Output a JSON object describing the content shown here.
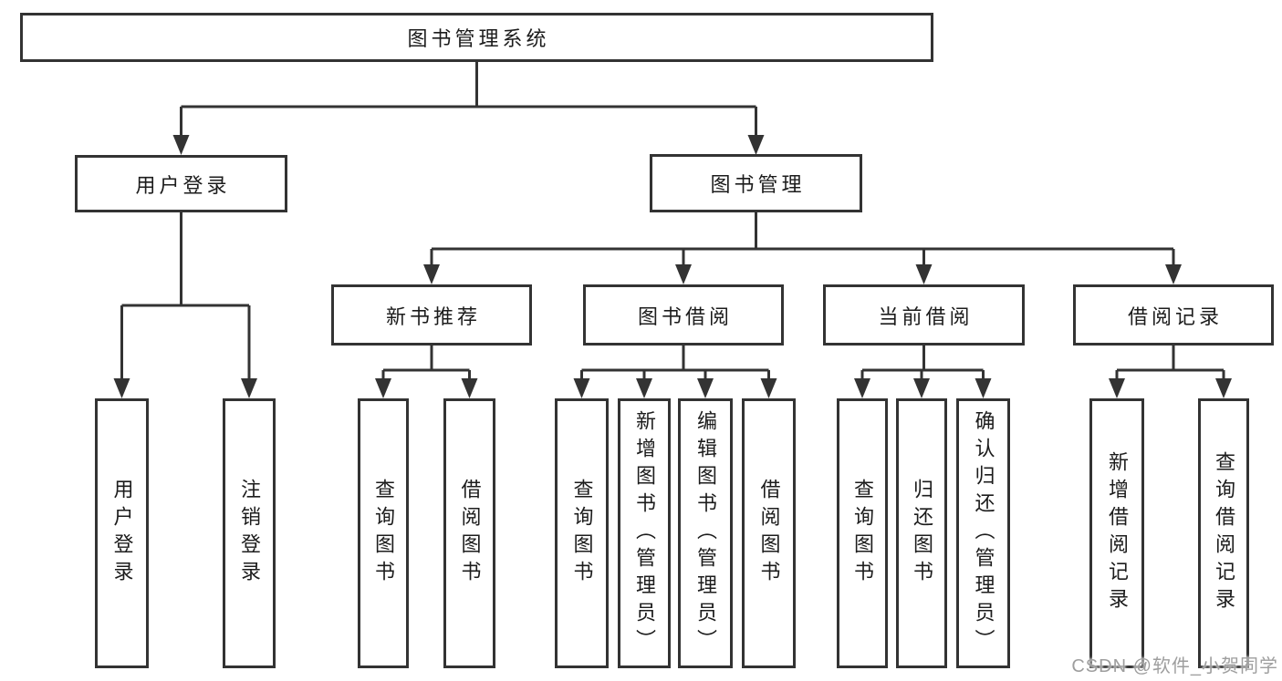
{
  "diagram": {
    "title": "图书管理系统",
    "root": {
      "label": "图书管理系统"
    },
    "branches": [
      {
        "label": "用户登录",
        "children": [
          {
            "label": "用户登录"
          },
          {
            "label": "注销登录"
          }
        ]
      },
      {
        "label": "图书管理",
        "children": [
          {
            "label": "新书推荐",
            "children": [
              {
                "label": "查询图书"
              },
              {
                "label": "借阅图书"
              }
            ]
          },
          {
            "label": "图书借阅",
            "children": [
              {
                "label": "查询图书"
              },
              {
                "label": "新增图书（管理员）"
              },
              {
                "label": "编辑图书（管理员）"
              },
              {
                "label": "借阅图书"
              }
            ]
          },
          {
            "label": "当前借阅",
            "children": [
              {
                "label": "查询图书"
              },
              {
                "label": "归还图书"
              },
              {
                "label": "确认归还（管理员）"
              }
            ]
          },
          {
            "label": "借阅记录",
            "children": [
              {
                "label": "新增借阅记录"
              },
              {
                "label": "查询借阅记录"
              }
            ]
          }
        ]
      }
    ]
  },
  "watermark": {
    "text": "CSDN @软件_小贺同学"
  },
  "colors": {
    "line": "#333333",
    "text": "#1c1c1c",
    "watermark": "#9e9e9e",
    "background": "#ffffff"
  }
}
